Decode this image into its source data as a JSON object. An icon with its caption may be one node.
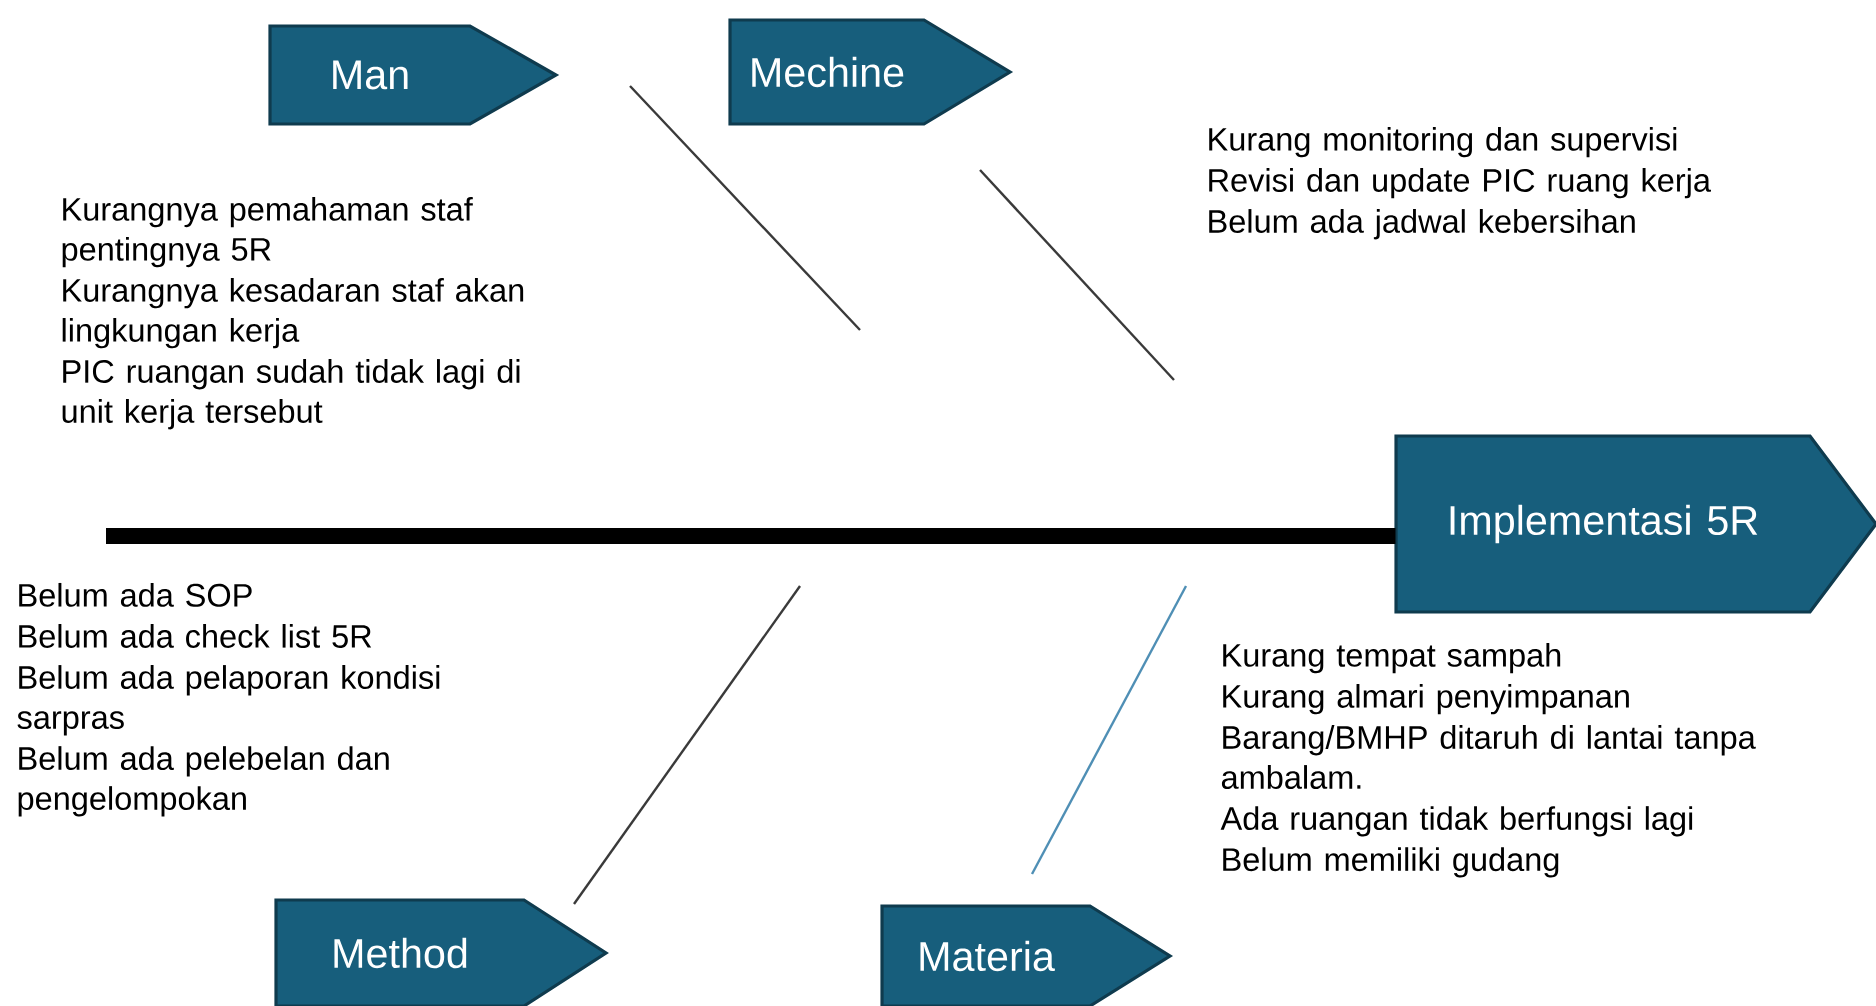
{
  "diagram": {
    "nodes": [
      {
        "text": [
          "Man"
        ]
      },
      {
        "text": [
          "Mechine"
        ]
      },
      {
        "text": [
          "Method"
        ]
      },
      {
        "text": [
          "Materia"
        ]
      },
      {
        "text": [
          "Implementasi 5R"
        ]
      }
    ],
    "edges": [
      {
        "from": null,
        "to": 4,
        "arrow": "none"
      }
    ],
    "labels": [
      "Kurangnya pemahaman staf pentingnya 5R",
      "Kurangnya kesadaran staf akan lingkungan kerja",
      "PIC ruangan sudah tidak lagi di unit kerja tersebut",
      "Kurang monitoring dan supervisi",
      "Revisi dan update PIC ruang kerja",
      "Belum ada jadwal kebersihan",
      "Belum ada SOP",
      "Belum ada check list 5R",
      "Belum ada pelaporan kondisi sarpras",
      "Belum ada pelebelan dan pengelompokan",
      "Kurang tempat sampah",
      "Kurang almari penyimpanan",
      "Barang/BMHP ditaruh di lantai tanpa ambalam.",
      "Ada ruangan tidak berfungsi lagi",
      "Belum memiliki gudang"
    ]
  }
}
